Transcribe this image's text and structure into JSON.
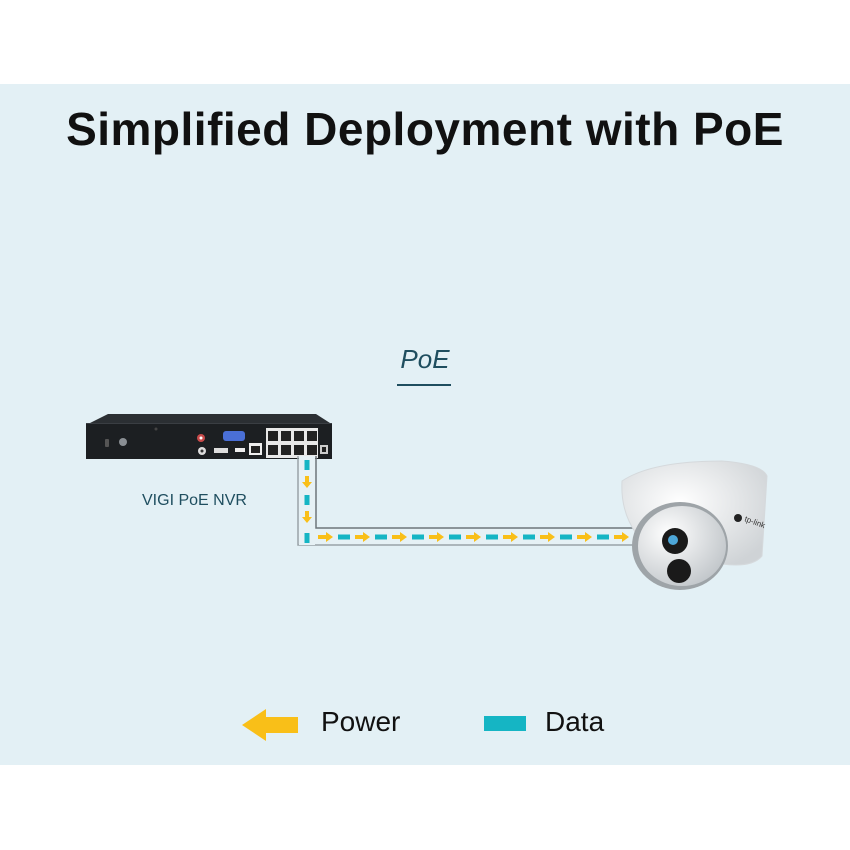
{
  "title": "Simplified Deployment with PoE",
  "connection_label": "PoE",
  "devices": {
    "nvr": {
      "label": "VIGI PoE NVR",
      "icon": "nvr-device-icon"
    },
    "camera": {
      "label": "",
      "icon": "turret-camera-icon",
      "brand": "tp-link"
    }
  },
  "cable": {
    "power_direction": "nvr-to-camera",
    "power_color": "#f9bf18",
    "data_color": "#15b5c4",
    "outline_color": "#9aa3a8"
  },
  "legend": {
    "items": [
      {
        "label": "Power",
        "icon": "arrow-left-icon",
        "color": "#f9bf18"
      },
      {
        "label": "Data",
        "icon": "dash-bar-icon",
        "color": "#15b5c4"
      }
    ]
  },
  "colors": {
    "panel_background": "#e3f0f5",
    "title_text": "#111111",
    "accent_text": "#1f4e5f"
  }
}
